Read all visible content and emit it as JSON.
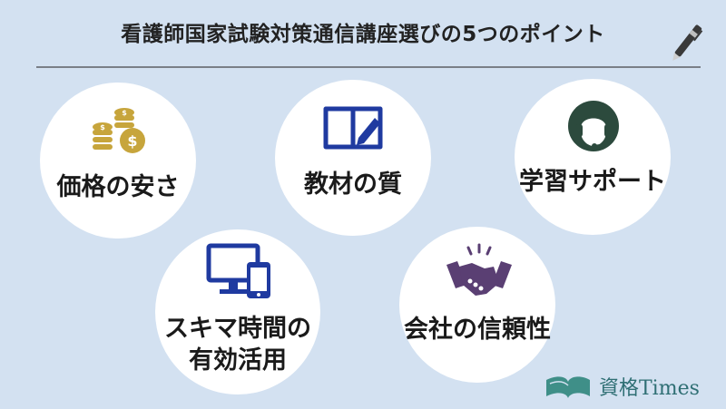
{
  "title": "看護師国家試験対策通信講座選びの5つのポイント",
  "points": [
    {
      "label": "価格の安さ",
      "icon": "coins-icon"
    },
    {
      "label": "教材の質",
      "icon": "book-pen-icon"
    },
    {
      "label": "学習サポート",
      "icon": "headset-support-icon"
    },
    {
      "label": "スキマ時間の\n有効活用",
      "line1": "スキマ時間の",
      "line2": "有効活用",
      "icon": "devices-icon"
    },
    {
      "label": "会社の信頼性",
      "icon": "handshake-icon"
    }
  ],
  "brand": {
    "name": "資格Times",
    "icon": "book-logo-icon"
  },
  "colors": {
    "background": "#d3e1f1",
    "gold": "#c7a53c",
    "navy": "#1f3aa0",
    "dark_green": "#2c4a3d",
    "purple": "#5a3f73",
    "brand_teal": "#2f6f74"
  }
}
